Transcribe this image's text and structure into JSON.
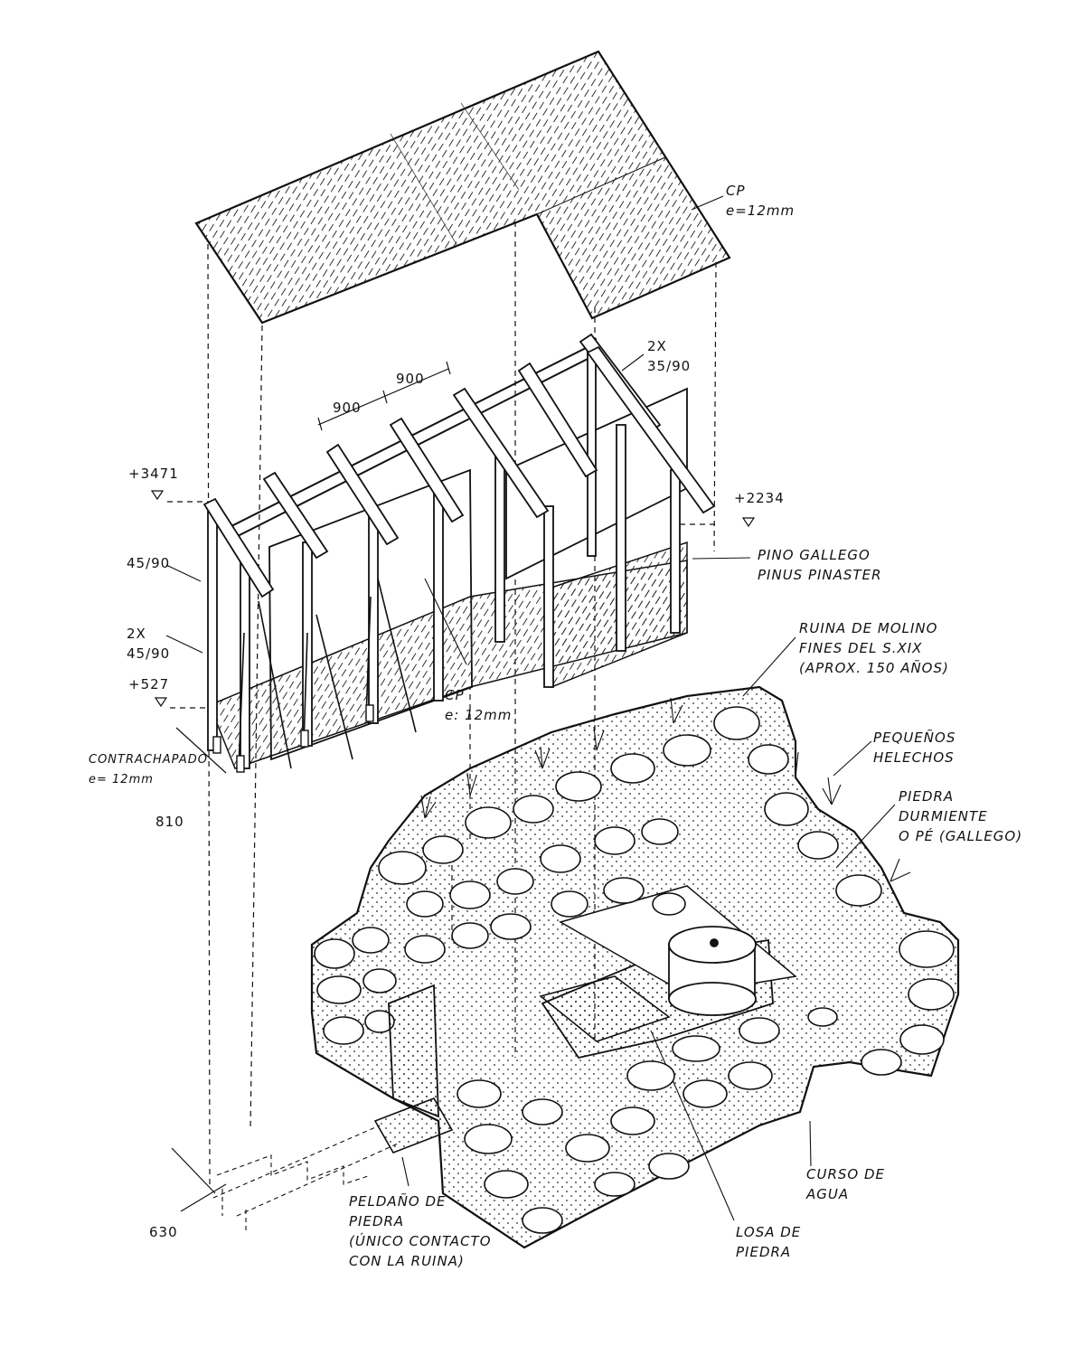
{
  "annotations": {
    "roof_material": [
      "CP",
      "e=12mm"
    ],
    "rafters": [
      "2x",
      "35/90"
    ],
    "dim_spacing_1": "900",
    "dim_spacing_2": "900",
    "level_top_left": "+3471",
    "level_top_right": "+2234",
    "post_single": "45/90",
    "post_double": [
      "2x",
      "45/90"
    ],
    "level_floor": "+527",
    "wood_species": [
      "PINO GALLEGO",
      "PINUS PINASTER"
    ],
    "floor_panel": [
      "CP",
      "e: 12mm"
    ],
    "plywood": [
      "CONTRACHAPADO",
      "e= 12mm"
    ],
    "dim_depth": "810",
    "ruin": [
      "RUINA DE MOLINO",
      "FINES DEL S.XIX",
      "(APROX. 150 AÑOS)"
    ],
    "ferns": [
      "PEQUEÑOS",
      "HELECHOS"
    ],
    "millstone": [
      "PIEDRA",
      "DURMIENTE",
      "O PÉ (GALLEGO)"
    ],
    "watercourse": [
      "CURSO DE",
      "AGUA"
    ],
    "slab": [
      "LOSA DE",
      "PIEDRA"
    ],
    "step": [
      "PELDAÑO DE",
      "PIEDRA",
      "(ÚNICO CONTACTO",
      "CON LA RUINA)"
    ],
    "dim_base": "630"
  },
  "colors": {
    "ink": "#111111",
    "paper": "#ffffff"
  }
}
